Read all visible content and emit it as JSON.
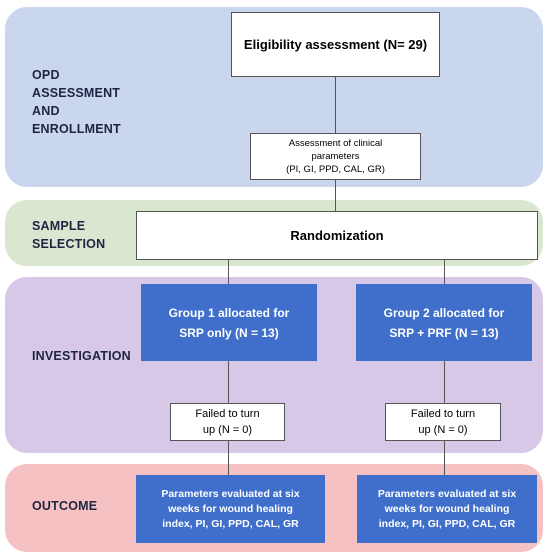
{
  "phases": {
    "opd": "OPD\nASSESSMENT\nAND\nENROLLMENT",
    "sample": "SAMPLE\nSELECTION",
    "investigation": "INVESTIGATION",
    "outcome": "OUTCOME"
  },
  "boxes": {
    "eligibility": "Eligibility assessment (N= 29)",
    "clinical": "Assessment of clinical\nparameters\n(PI, GI, PPD, CAL, GR)",
    "randomization": "Randomization",
    "group1": "Group 1 allocated for\nSRP only (N = 13)",
    "group2": "Group 2 allocated for\nSRP + PRF (N = 13)",
    "failed1": "Failed to turn\nup (N = 0)",
    "failed2": "Failed to turn\nup (N = 0)",
    "outcome1": "Parameters evaluated at six\nweeks for wound healing\nindex, PI, GI, PPD, CAL, GR",
    "outcome2": "Parameters evaluated at six\nweeks for wound healing\nindex, PI, GI, PPD, CAL, GR"
  },
  "colors": {
    "opd_band": "#c9d6ee",
    "sample_band": "#d9e6d0",
    "investigation_band": "#d6c8e6",
    "outcome_band": "#f5c1c2",
    "group_box": "#3f6fcb"
  }
}
